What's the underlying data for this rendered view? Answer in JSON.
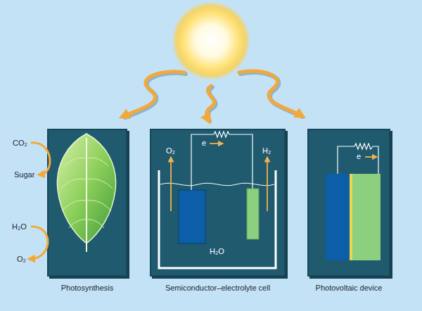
{
  "diagram": {
    "nodes": [
      {
        "text": [
          "Photosynthesis"
        ]
      },
      {
        "text": [
          "Semiconductor–electrolyte cell"
        ]
      },
      {
        "text": [
          "Photovoltaic device"
        ]
      }
    ],
    "labels": [
      "CO₂",
      "Sugar",
      "H₂O",
      "O₂",
      "O₂",
      "e",
      "H₂",
      "H₂O",
      "e"
    ]
  }
}
